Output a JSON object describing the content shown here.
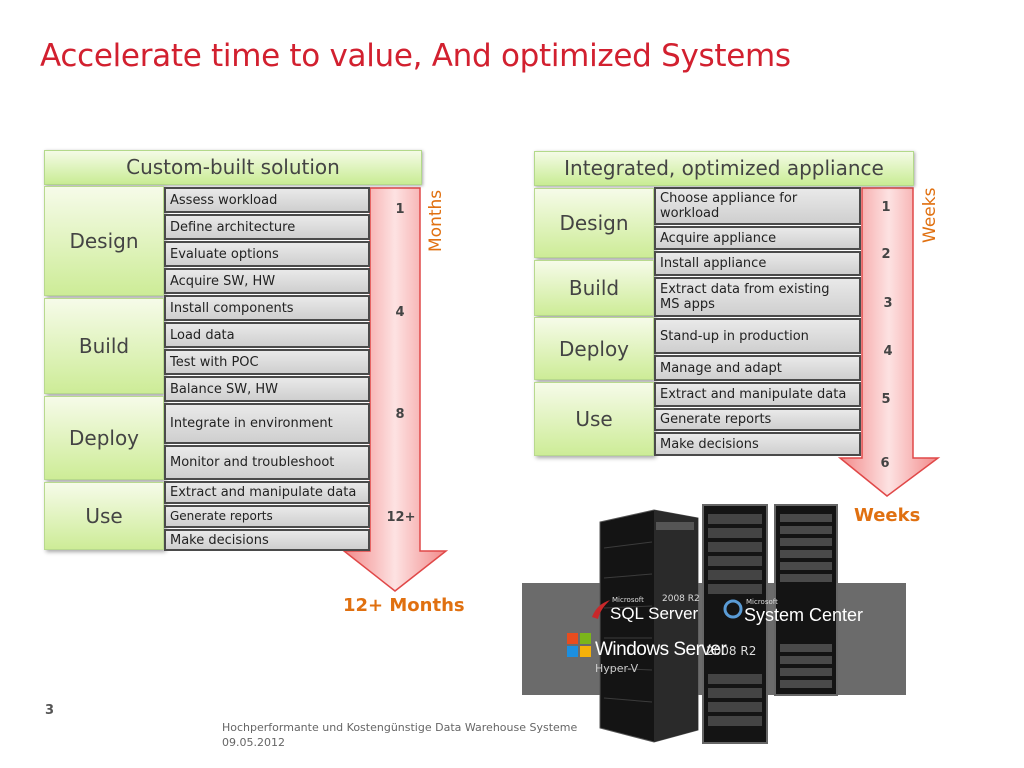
{
  "title": "Accelerate time to value, And optimized Systems",
  "left": {
    "header": "Custom-built solution",
    "phases": [
      "Design",
      "Build",
      "Deploy",
      "Use"
    ],
    "steps": [
      "Assess workload",
      "Define architecture",
      "Evaluate options",
      "Acquire SW, HW",
      "Install components",
      "Load data",
      "Test with POC",
      "Balance SW, HW",
      "Integrate in environment",
      "Monitor and troubleshoot",
      "Extract and manipulate data",
      "Generate reports",
      "Make decisions"
    ],
    "numbers": [
      "1",
      "4",
      "8",
      "12+"
    ],
    "unit": "Months",
    "total": "12+ Months"
  },
  "right": {
    "header": "Integrated, optimized appliance",
    "phases": [
      "Design",
      "Build",
      "Deploy",
      "Use"
    ],
    "steps": [
      "Choose appliance for workload",
      "Acquire appliance",
      "Install appliance",
      "Extract data from existing\nMS apps",
      "Stand-up in production",
      "Manage and adapt",
      "Extract and manipulate data",
      "Generate reports",
      "Make decisions"
    ],
    "numbers": [
      "1",
      "2",
      "3",
      "4",
      "5",
      "6"
    ],
    "unit": "Weeks",
    "total": "Weeks"
  },
  "logos": {
    "sql_small": "Microsoft",
    "sql": "SQL Server",
    "sql_version": "2008 R2",
    "sc_small": "Microsoft",
    "sc": "System Center",
    "win": "Windows Server",
    "win_version": "2008 R2",
    "hyperv": "Hyper-V"
  },
  "footer": {
    "page_number": "3",
    "line1": "Hochperformante und Kostengünstige Data Warehouse Systeme",
    "line2": "09.05.2012"
  }
}
